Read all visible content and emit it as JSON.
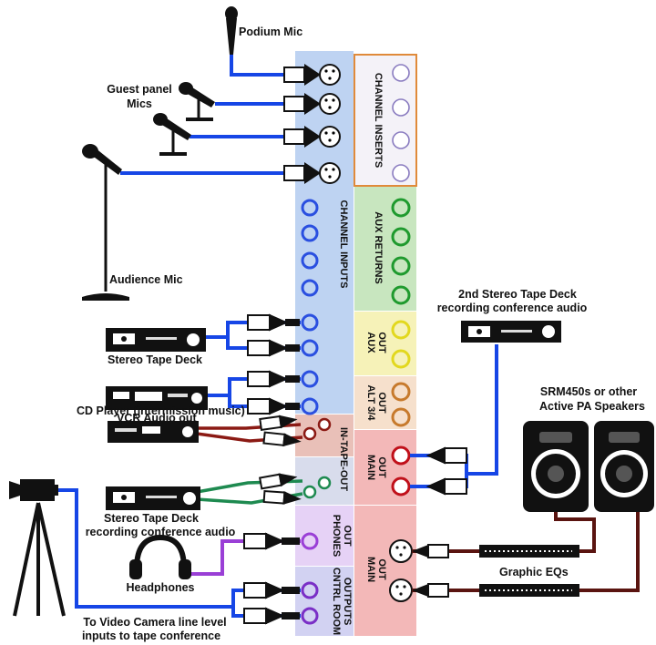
{
  "labels": {
    "podium_mic": "Podium Mic",
    "guest_panel_line1": "Guest panel",
    "guest_panel_line2": "Mics",
    "audience_mic": "Audience Mic",
    "stereo_tape_deck": "Stereo Tape Deck",
    "vcr": "VCR Audio out",
    "cd_player": "CD Player (intermission music)",
    "tape_rec_line1": "Stereo Tape Deck",
    "tape_rec_line2": "recording conference audio",
    "headphones": "Headphones",
    "video_line1": "To Video Camera line level",
    "video_line2": "inputs to tape conference",
    "tape2_line1": "2nd Stereo Tape Deck",
    "tape2_line2": "recording conference audio",
    "speakers_line1": "SRM450s or other",
    "speakers_line2": "Active PA Speakers",
    "graphic_eqs": "Graphic EQs"
  },
  "sections": {
    "channel_inserts": "CHANNEL INSERTS",
    "channel_inputs": "CHANNEL INPUTS",
    "aux_returns": "AUX RETURNS",
    "aux_out_l1": "AUX",
    "aux_out_l2": "OUT",
    "alt_out_l1": "ALT 3/4",
    "alt_out_l2": "OUT",
    "in_tape_out": "IN-TAPE-OUT",
    "main_out_upper_l1": "MAIN",
    "main_out_upper_l2": "OUT",
    "phones_l1": "PHONES",
    "phones_l2": "OUT",
    "main_out_lower_l1": "MAIN",
    "main_out_lower_l2": "OUT",
    "control_room_l1": "CNTRL ROOM",
    "control_room_l2": "OUTPUTS"
  },
  "colors": {
    "mic_cable": "#1646e6",
    "rca_red": "#8b1a14",
    "rca_green": "#1e8a50",
    "phones_cable": "#9a3fd6",
    "speaker_cable": "#5a1410",
    "inputs_panel": "#bed3f2",
    "inserts_border": "#e08a3a",
    "aux_returns_panel": "#c8e6bf",
    "aux_out_panel": "#f6f2b8",
    "alt_out_panel": "#f6e0cc",
    "tape_io_panel": "#e9c0b8",
    "main_out_panel": "#f3b8b8",
    "phones_panel": "#e6d2f6",
    "control_room_panel": "#d2d2f2"
  }
}
